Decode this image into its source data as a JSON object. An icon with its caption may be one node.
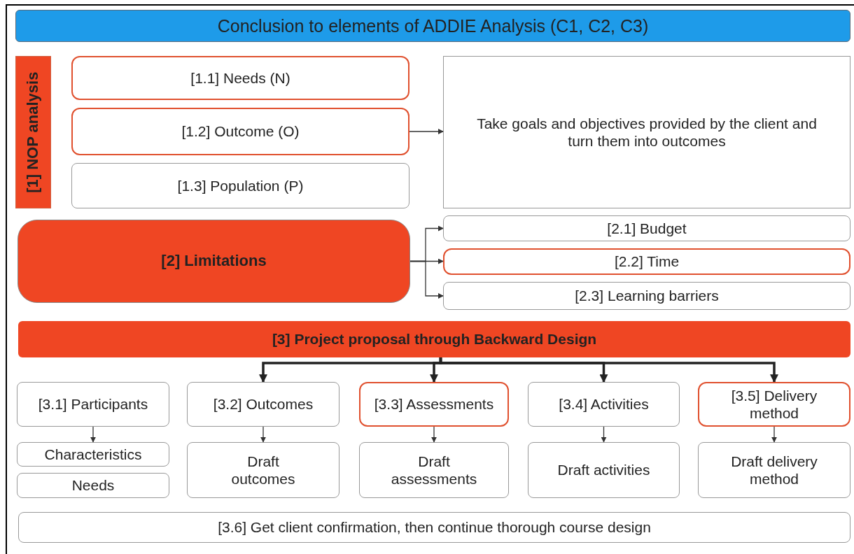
{
  "diagram": {
    "nodes": [
      {
        "text": [
          "Conclusion to elements of ADDIE Analysis (C1, C2, C3)"
        ]
      },
      {
        "text": [
          "[1] NOP analysis"
        ]
      },
      {
        "text": [
          "[1.1] Needs (N)"
        ]
      },
      {
        "text": [
          "[1.2] Outcome (O)"
        ]
      },
      {
        "text": [
          "[1.3] Population (P)"
        ]
      },
      {
        "text": [
          "Take goals and objectives provided by the client and turn them into outcomes"
        ]
      },
      {
        "text": [
          "[2] Limitations"
        ]
      },
      {
        "text": [
          "[2.1] Budget"
        ]
      },
      {
        "text": [
          "[2.2] Time"
        ]
      },
      {
        "text": [
          "[2.3] Learning barriers"
        ]
      },
      {
        "text": [
          "[3] Project proposal through Backward Design"
        ]
      },
      {
        "text": [
          "[3.1] Participants"
        ]
      },
      {
        "text": [
          "[3.2] Outcomes"
        ]
      },
      {
        "text": [
          "[3.3] Assessments"
        ]
      },
      {
        "text": [
          "[3.4] Activities"
        ]
      },
      {
        "text": [
          "[3.5] Delivery method"
        ]
      },
      {
        "text": [
          "Characteristics"
        ]
      },
      {
        "text": [
          "Needs"
        ]
      },
      {
        "text": [
          "Draft outcomes"
        ]
      },
      {
        "text": [
          "Draft assessments"
        ]
      },
      {
        "text": [
          "Draft activities"
        ]
      },
      {
        "text": [
          "Draft delivery method"
        ]
      },
      {
        "text": [
          "[3.6] Get client confirmation, then continue thorough course design"
        ]
      }
    ],
    "edges": [
      {
        "from": 3,
        "to": 5,
        "arrow": "to"
      },
      {
        "from": 6,
        "to": 7,
        "arrow": "to"
      },
      {
        "from": 6,
        "to": 8,
        "arrow": "to"
      },
      {
        "from": 6,
        "to": 9,
        "arrow": "to"
      },
      {
        "from": 10,
        "to": 12,
        "arrow": "to",
        "style": "thick"
      },
      {
        "from": 10,
        "to": 13,
        "arrow": "to",
        "style": "thick"
      },
      {
        "from": 10,
        "to": 14,
        "arrow": "to",
        "style": "thick"
      },
      {
        "from": 10,
        "to": 15,
        "arrow": "to",
        "style": "thick"
      },
      {
        "from": 11,
        "to": 16,
        "arrow": "to"
      },
      {
        "from": 12,
        "to": 18,
        "arrow": "to"
      },
      {
        "from": 13,
        "to": 19,
        "arrow": "to"
      },
      {
        "from": 14,
        "to": 20,
        "arrow": "to"
      },
      {
        "from": 15,
        "to": 21,
        "arrow": "to"
      }
    ]
  }
}
